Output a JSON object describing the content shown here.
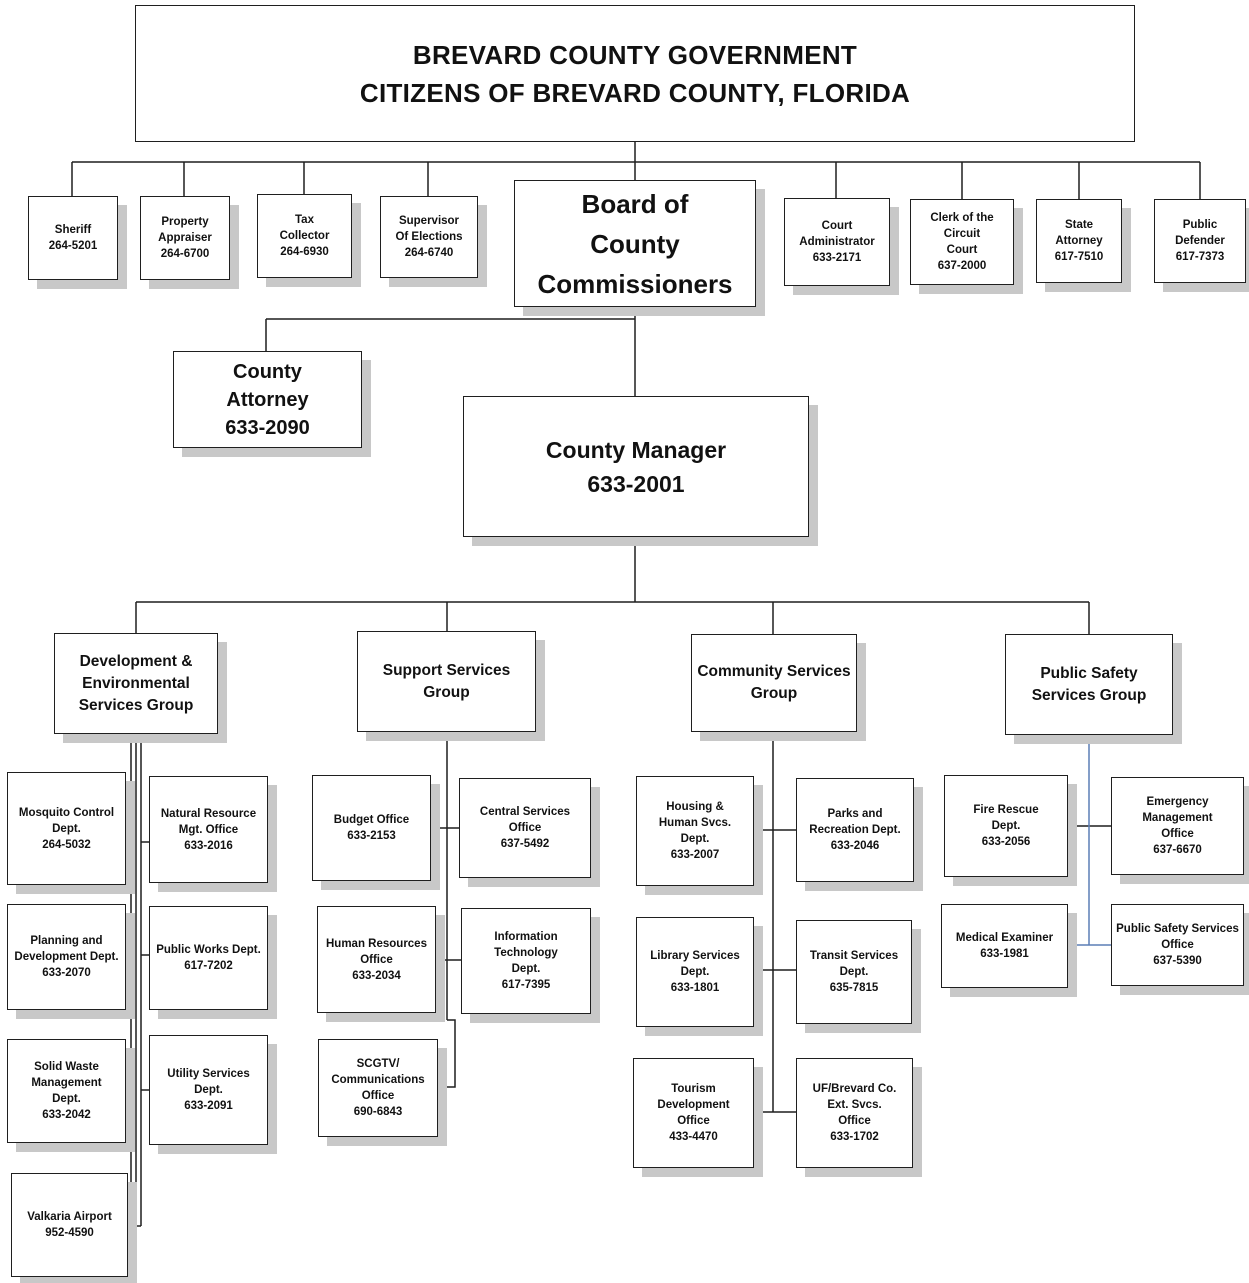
{
  "root": {
    "line1": "BREVARD COUNTY GOVERNMENT",
    "line2": "CITIZENS OF BREVARD COUNTY, FLORIDA"
  },
  "officials": {
    "sheriff": [
      "Sheriff",
      "264-5201"
    ],
    "property_appraiser": [
      "Property",
      "Appraiser",
      "264-6700"
    ],
    "tax_collector": [
      "Tax",
      "Collector",
      "264-6930"
    ],
    "supervisor_of_elections": [
      "Supervisor",
      "Of Elections",
      "264-6740"
    ],
    "board": [
      "Board of",
      "County",
      "Commissioners"
    ],
    "court_administrator": [
      "Court",
      "Administrator",
      "633-2171"
    ],
    "clerk_of_circuit_court": [
      "Clerk of the",
      "Circuit",
      "Court",
      "637-2000"
    ],
    "state_attorney": [
      "State",
      "Attorney",
      "617-7510"
    ],
    "public_defender": [
      "Public",
      "Defender",
      "617-7373"
    ]
  },
  "county_attorney": [
    "County",
    "Attorney",
    "633-2090"
  ],
  "county_manager": [
    "County Manager",
    "633-2001"
  ],
  "groups": {
    "development": [
      "Development &",
      "Environmental",
      "Services Group"
    ],
    "support": [
      "Support Services",
      "Group"
    ],
    "community": [
      "Community Services",
      "Group"
    ],
    "public_safety": [
      "Public Safety",
      "Services Group"
    ]
  },
  "departments": {
    "mosquito_control": [
      "Mosquito Control",
      "Dept.",
      "264-5032"
    ],
    "natural_resource": [
      "Natural Resource",
      "Mgt. Office",
      "633-2016"
    ],
    "planning_development": [
      "Planning and",
      "Development Dept.",
      "633-2070"
    ],
    "public_works": [
      "Public Works Dept.",
      "617-7202"
    ],
    "solid_waste": [
      "Solid Waste",
      "Management",
      "Dept.",
      "633-2042"
    ],
    "utility_services": [
      "Utility Services",
      "Dept.",
      "633-2091"
    ],
    "valkaria_airport": [
      "Valkaria Airport",
      "952-4590"
    ],
    "budget_office": [
      "Budget Office",
      "633-2153"
    ],
    "central_services": [
      "Central Services",
      "Office",
      "637-5492"
    ],
    "human_resources": [
      "Human Resources",
      "Office",
      "633-2034"
    ],
    "information_technology": [
      "Information",
      "Technology",
      "Dept.",
      "617-7395"
    ],
    "scgtv": [
      "SCGTV/",
      "Communications",
      "Office",
      "690-6843"
    ],
    "housing_human": [
      "Housing &",
      "Human Svcs.",
      "Dept.",
      "633-2007"
    ],
    "parks_recreation": [
      "Parks and",
      "Recreation Dept.",
      "633-2046"
    ],
    "library_services": [
      "Library Services",
      "Dept.",
      "633-1801"
    ],
    "transit_services": [
      "Transit Services",
      "Dept.",
      "635-7815"
    ],
    "tourism_development": [
      "Tourism",
      "Development",
      "Office",
      "433-4470"
    ],
    "uf_brevard": [
      "UF/Brevard Co.",
      "Ext. Svcs.",
      "Office",
      "633-1702"
    ],
    "fire_rescue": [
      "Fire Rescue",
      "Dept.",
      "633-2056"
    ],
    "emergency_management": [
      "Emergency",
      "Management",
      "Office",
      "637-6670"
    ],
    "medical_examiner": [
      "Medical Examiner",
      "633-1981"
    ],
    "public_safety_office": [
      "Public Safety Services",
      "Office",
      "637-5390"
    ]
  },
  "colors": {
    "box_border": "#1f1f1f",
    "box_shadow": "#c8c8c8",
    "connector": "#1f1f1f",
    "public_safety_connector": "#5b7fb5"
  }
}
